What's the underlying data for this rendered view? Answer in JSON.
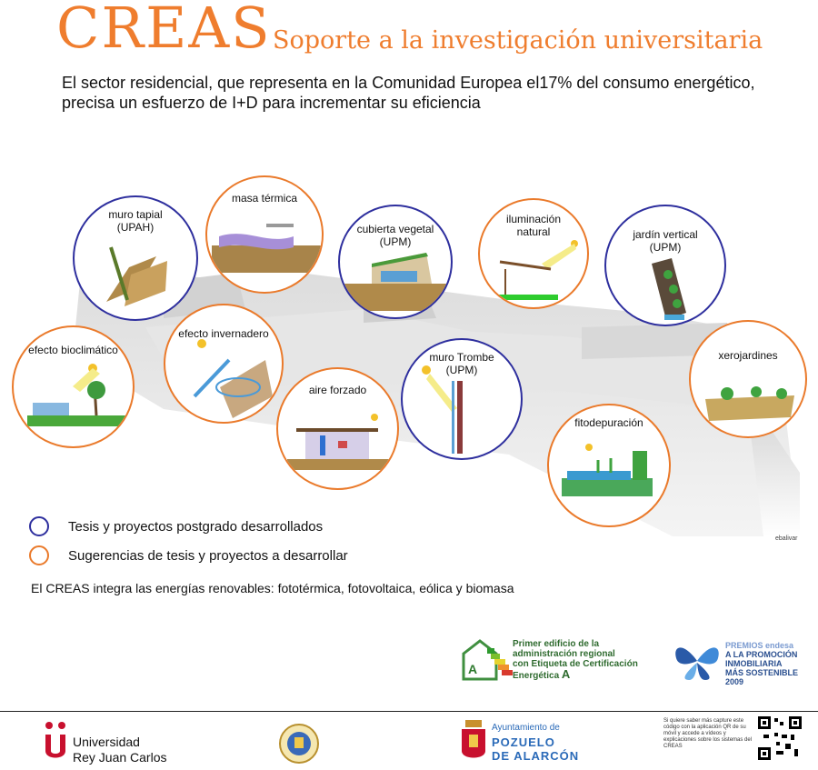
{
  "header": {
    "title": "CREAS",
    "subtitle": "Soporte a la investigación universitaria",
    "intro_line1": "El sector residencial, que representa en la Comunidad Europea el17% del consumo energético,",
    "intro_line2": "precisa un esfuerzo de I+D para incrementar su eficiencia"
  },
  "circles": {
    "muro_tapial": {
      "line1": "muro tapial",
      "line2": "(UPAH)",
      "type": "blue"
    },
    "masa_termica": {
      "line1": "masa térmica",
      "type": "orange"
    },
    "cubierta_vegetal": {
      "line1": "cubierta vegetal",
      "line2": "(UPM)",
      "type": "blue"
    },
    "iluminacion_natural": {
      "line1": "iluminación",
      "line2": "natural",
      "type": "orange"
    },
    "jardin_vertical": {
      "line1": "jardín vertical",
      "line2": "(UPM)",
      "type": "blue"
    },
    "efecto_bioclimatico": {
      "line1": "efecto bioclimático",
      "type": "orange"
    },
    "efecto_invernadero": {
      "line1": "efecto invernadero",
      "type": "orange"
    },
    "aire_forzado": {
      "line1": "aire forzado",
      "type": "orange"
    },
    "muro_trombe": {
      "line1": "muro Trombe",
      "line2": "(UPM)",
      "type": "blue"
    },
    "xerojardines": {
      "line1": "xerojardines",
      "type": "orange"
    },
    "fitodepuracion": {
      "line1": "fitodepuración",
      "type": "orange"
    }
  },
  "legend": {
    "blue_label": "Tesis y proyectos postgrado desarrollados",
    "orange_label": "Sugerencias de tesis y proyectos  a desarrollar"
  },
  "renewables": "El CREAS integra las energías renovables: fototérmica, fotovoltaica, eólica y biomasa",
  "signature": "ebalivar",
  "certificate": {
    "line1": "Primer edificio de la",
    "line2": "administración regional",
    "line3": "con Etiqueta de Certificación",
    "line4": "Energética",
    "grade": "A",
    "badge": "A"
  },
  "endesa": {
    "brand": "PREMIOS endesa",
    "line1": "A LA PROMOCIÓN",
    "line2": "INMOBILIARIA",
    "line3": "MÁS SOSTENIBLE",
    "year": "2009"
  },
  "footer": {
    "urjc_line1": "Universidad",
    "urjc_line2": "Rey Juan Carlos",
    "ayto_line1": "Ayuntamiento de",
    "ayto_line2": "POZUELO",
    "ayto_line3": "DE ALARCÓN",
    "qr_text": "Si quiere saber más capture este código con la aplicación QR de su móvil y accede a vídeos y explicaciones sobre los sistemas del CREAS"
  },
  "colors": {
    "orange": "#ea7a2b",
    "blue": "#2e2f9e"
  }
}
